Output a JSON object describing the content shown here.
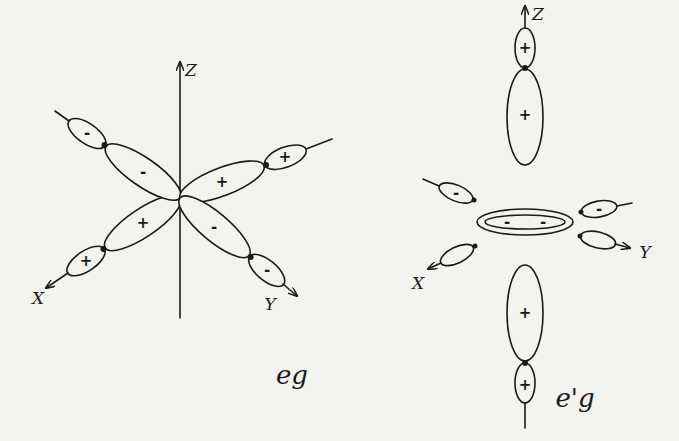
{
  "diagram": {
    "labels": [
      "Z",
      "X",
      "Y",
      "-",
      "-",
      "+",
      "+",
      "+",
      "+",
      "-",
      "-",
      "eg",
      "Z",
      "X",
      "Y",
      "+",
      "+",
      "+",
      "+",
      "-",
      "-",
      "-",
      "-",
      "e'g"
    ]
  }
}
